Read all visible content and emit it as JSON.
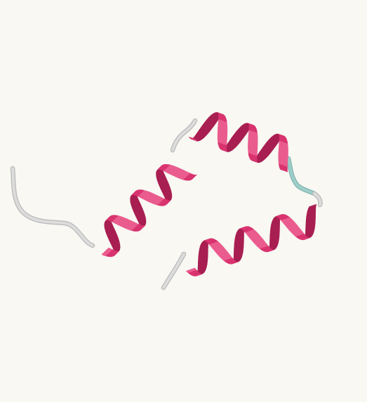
{
  "scene": {
    "background_color": "#f9f8f3",
    "render_type": "protein-cartoon",
    "secondary_structure": [
      "coil",
      "helix",
      "coil",
      "helix",
      "turn",
      "coil",
      "helix",
      "coil"
    ]
  },
  "colors": {
    "helix_front": "#d9346f",
    "helix_back": "#a81f51",
    "helix_edge": "#8e1a44",
    "helix_highlight": "#ea5c8e",
    "coil": "#dcdcdc",
    "coil_shadow": "#b9b9b9",
    "turn": "#9fcfca",
    "turn_shadow": "#7fb3ae"
  }
}
